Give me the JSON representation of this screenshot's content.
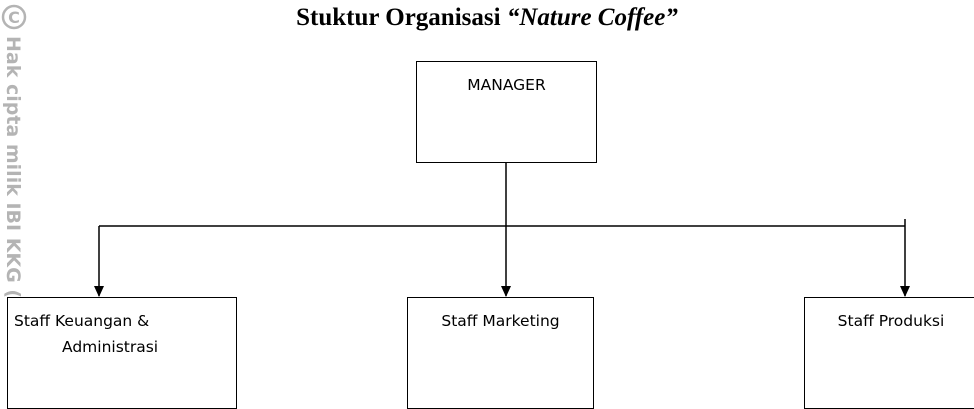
{
  "watermark": {
    "text": "Hak cipta milik IBI KKG (In",
    "symbol": "C"
  },
  "title": {
    "main": "Stuktur Organisasi ",
    "italic": "“Nature Coffee”"
  },
  "nodes": {
    "manager": "MANAGER",
    "staff_keuangan_line1": "Staff Keuangan &",
    "staff_keuangan_line2": "Administrasi",
    "staff_marketing": "Staff Marketing",
    "staff_produksi": "Staff Produksi"
  },
  "colors": {
    "watermark": "#b4b4b4",
    "line": "#000000"
  }
}
